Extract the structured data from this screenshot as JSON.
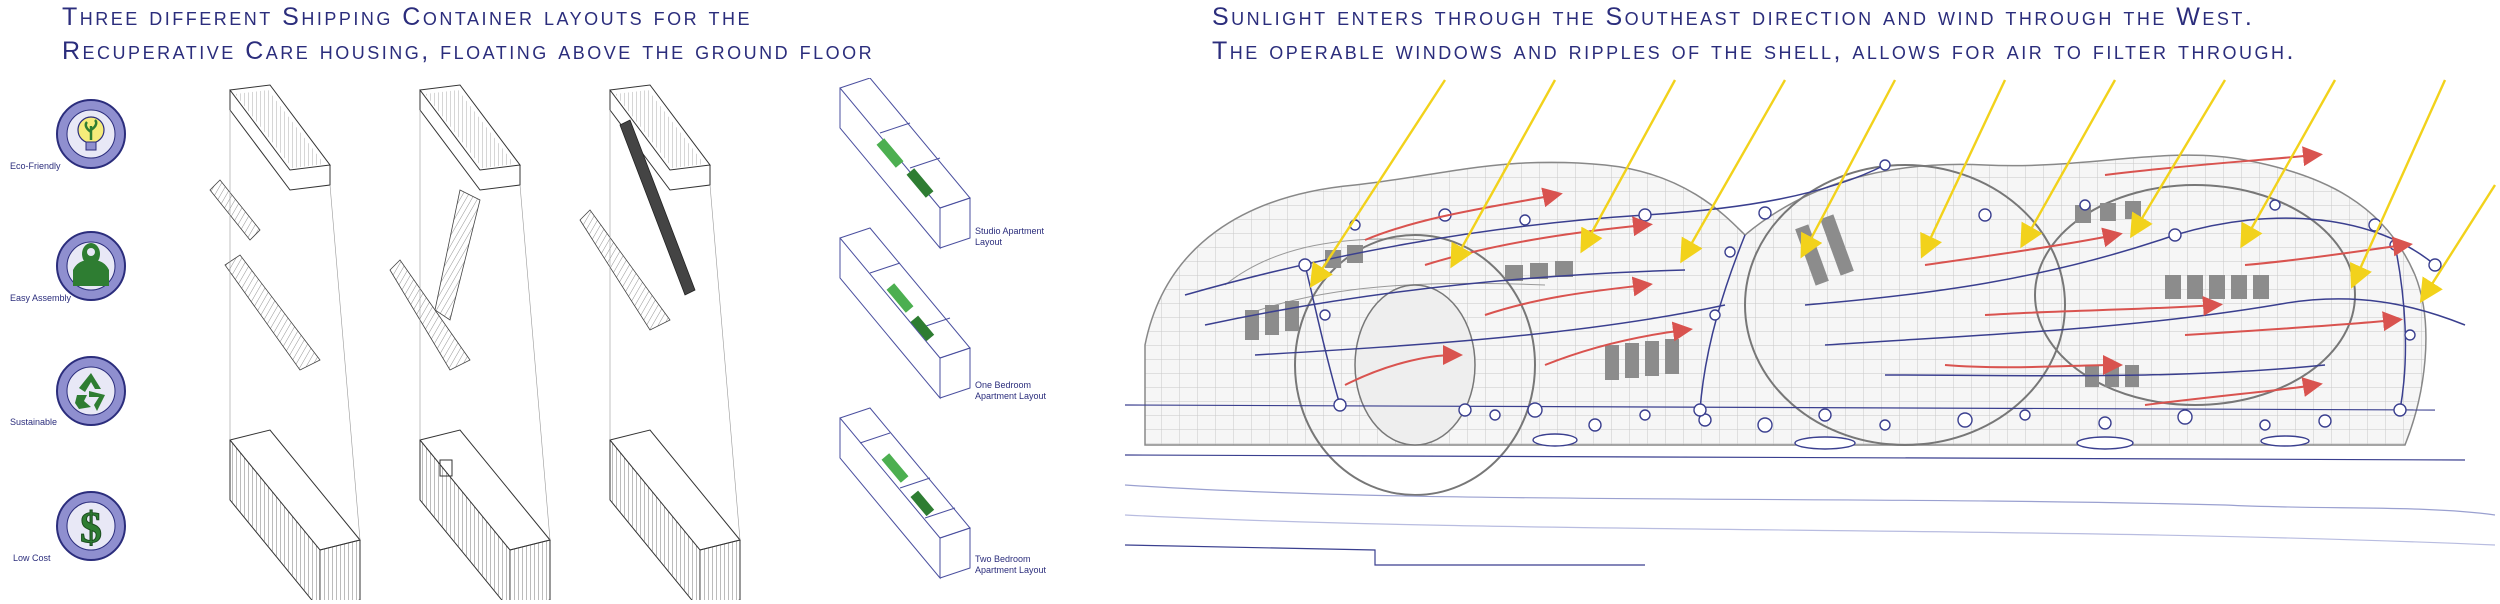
{
  "left_title": {
    "line1": "Three different Shipping Container layouts for the",
    "line2": "Recuperative Care housing, floating above the ground floor"
  },
  "right_title": {
    "line1": "Sunlight enters through the Southeast direction and wind through the West.",
    "line2": "The operable windows and ripples of the shell, allows for air to filter through."
  },
  "badges": [
    {
      "label": "Eco-Friendly",
      "icon": "lightbulb-plant-icon"
    },
    {
      "label": "Easy Assembly",
      "icon": "hand-wrench-icon"
    },
    {
      "label": "Sustainable",
      "icon": "recycle-icon"
    },
    {
      "label": "Low Cost",
      "icon": "dollar-icon"
    }
  ],
  "layouts": [
    {
      "label_line1": "Studio Apartment",
      "label_line2": "Layout"
    },
    {
      "label_line1": "One Bedroom",
      "label_line2": "Apartment Layout"
    },
    {
      "label_line1": "Two Bedroom",
      "label_line2": "Apartment Layout"
    }
  ],
  "colors": {
    "title": "#2b2d7c",
    "badge_ring": "#8f8fcf",
    "badge_green": "#2e7d32",
    "sun_arrow": "#f2d21b",
    "wind_arrow": "#d9534f",
    "structure_line": "#3a3f8f"
  }
}
